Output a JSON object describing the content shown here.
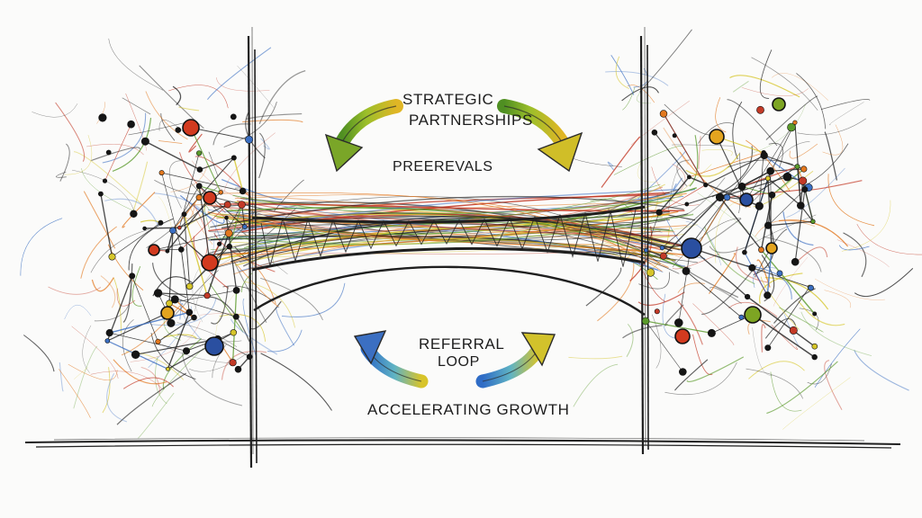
{
  "labels": {
    "strategic": "STRATEGIC",
    "partnerships": "PARTNERSHIPS",
    "preerevals": "PREEREVALS",
    "referral": "REFERRAL",
    "loop": "LOOP",
    "growth": "ACCELERATING  GROWTH"
  },
  "colors": {
    "ink": "#1f1f1f",
    "green": "#5a9a2a",
    "yellow": "#d6c62a",
    "blue": "#3b6fc2",
    "orange": "#e2781f",
    "red": "#c33a27"
  }
}
